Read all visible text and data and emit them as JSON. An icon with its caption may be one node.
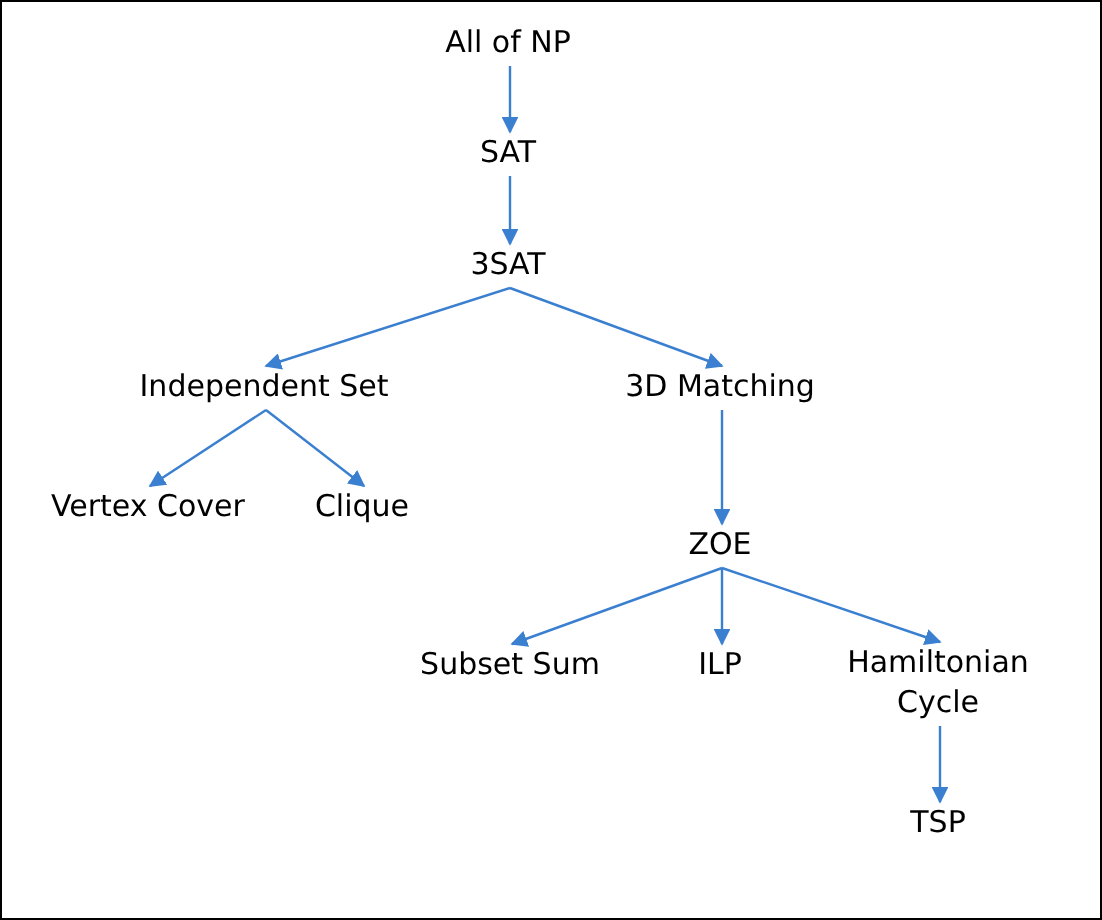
{
  "diagram": {
    "nodes": [
      {
        "text": [
          "All of NP"
        ]
      },
      {
        "text": [
          "SAT"
        ]
      },
      {
        "text": [
          "3SAT"
        ]
      },
      {
        "text": [
          "Independent Set"
        ]
      },
      {
        "text": [
          "3D Matching"
        ]
      },
      {
        "text": [
          "Vertex Cover"
        ]
      },
      {
        "text": [
          "Clique"
        ]
      },
      {
        "text": [
          "ZOE"
        ]
      },
      {
        "text": [
          "Subset Sum"
        ]
      },
      {
        "text": [
          "ILP"
        ]
      },
      {
        "text": [
          "Hamiltonian Cycle"
        ]
      },
      {
        "text": [
          "TSP"
        ]
      }
    ],
    "edges": [
      {
        "from": 0,
        "to": 1,
        "arrow": "to"
      },
      {
        "from": 1,
        "to": 2,
        "arrow": "to"
      },
      {
        "from": 2,
        "to": 3,
        "arrow": "to"
      },
      {
        "from": 2,
        "to": 4,
        "arrow": "to"
      },
      {
        "from": 3,
        "to": 5,
        "arrow": "to"
      },
      {
        "from": 3,
        "to": 6,
        "arrow": "to"
      },
      {
        "from": 4,
        "to": 7,
        "arrow": "to"
      },
      {
        "from": 7,
        "to": 8,
        "arrow": "to"
      },
      {
        "from": 7,
        "to": 9,
        "arrow": "to"
      },
      {
        "from": 7,
        "to": 10,
        "arrow": "to"
      },
      {
        "from": 10,
        "to": 11,
        "arrow": "to"
      }
    ]
  }
}
